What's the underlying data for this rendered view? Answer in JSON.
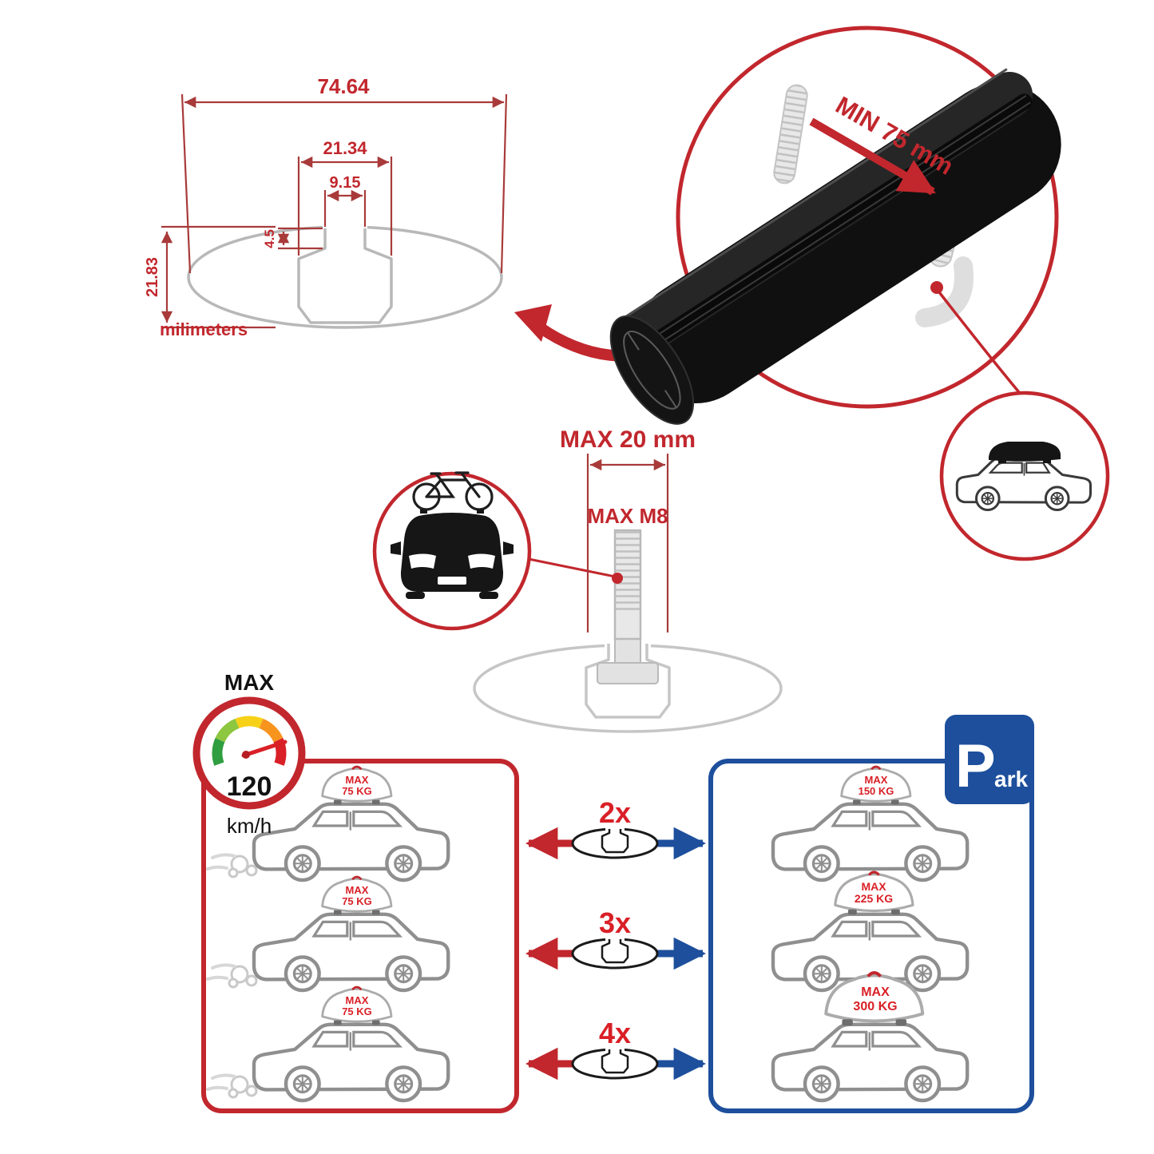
{
  "colors": {
    "red": "#c1272d",
    "blue": "#1d4f9c",
    "dim_line": "#a93a3a",
    "gray_outline": "#8f8f8f"
  },
  "dimension_diagram": {
    "total_width": "74.64",
    "slot_outer_width": "21.34",
    "slot_opening_width": "9.15",
    "slot_depth": "4.5",
    "total_height": "21.83",
    "units": "milimeters"
  },
  "crossbar_detail": {
    "min_clamp": "MIN 75 mm"
  },
  "bolt_spec": {
    "max_length": "MAX 20 mm",
    "max_thread": "MAX M8"
  },
  "speed_gauge": {
    "label": "MAX",
    "value": "120",
    "unit": "km/h"
  },
  "multipliers": [
    "2x",
    "3x",
    "4x"
  ],
  "driving_panel": {
    "cars": [
      {
        "load_line1": "MAX",
        "load_line2": "75 KG"
      },
      {
        "load_line1": "MAX",
        "load_line2": "75 KG"
      },
      {
        "load_line1": "MAX",
        "load_line2": "75 KG"
      }
    ]
  },
  "parking_panel": {
    "sign_p": "P",
    "sign_suffix": "ark",
    "cars": [
      {
        "load_line1": "MAX",
        "load_line2": "150 KG"
      },
      {
        "load_line1": "MAX",
        "load_line2": "225 KG"
      },
      {
        "load_line1": "MAX",
        "load_line2": "300 KG"
      }
    ]
  }
}
